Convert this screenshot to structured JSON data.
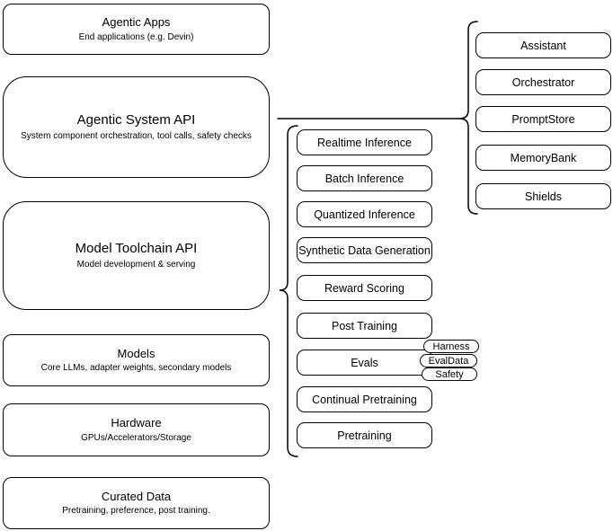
{
  "colors": {
    "stroke": "#000000",
    "background": "#ffffff",
    "text": "#000000"
  },
  "stack": {
    "agentic_apps": {
      "title": "Agentic Apps",
      "subtitle": "End applications (e.g. Devin)"
    },
    "agentic_system_api": {
      "title": "Agentic System API",
      "subtitle": "System component orchestration, tool calls, safety checks"
    },
    "model_toolchain_api": {
      "title": "Model Toolchain API",
      "subtitle": "Model development & serving"
    },
    "models": {
      "title": "Models",
      "subtitle": "Core LLMs, adapter weights, secondary models"
    },
    "hardware": {
      "title": "Hardware",
      "subtitle": "GPUs/Accelerators/Storage"
    },
    "curated_data": {
      "title": "Curated Data",
      "subtitle": "Pretraining, preference, post training."
    }
  },
  "toolchain_items": [
    "Realtime Inference",
    "Batch Inference",
    "Quantized Inference",
    "Synthetic Data Generation",
    "Reward Scoring",
    "Post Training",
    "Evals",
    "Continual Pretraining",
    "Pretraining"
  ],
  "eval_badges": [
    "Harness",
    "EvalData",
    "Safety"
  ],
  "system_items": [
    "Assistant",
    "Orchestrator",
    "PromptStore",
    "MemoryBank",
    "Shields"
  ]
}
